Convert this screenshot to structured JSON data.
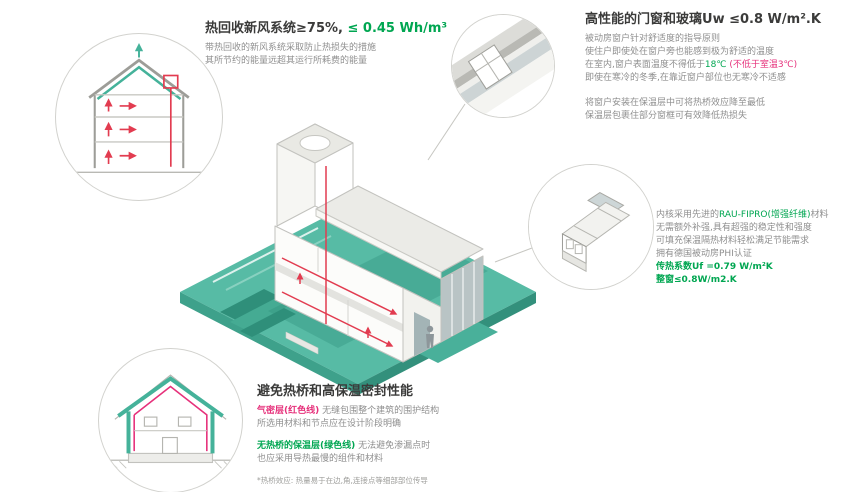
{
  "colors": {
    "accent_teal": "#45b29a",
    "platform_teal": "#57bba5",
    "green_text": "#00a651",
    "pink_text": "#e6317b",
    "duct_red": "#e23c50",
    "body_gray": "#8f8f8f",
    "heading_dark": "#3b3b3a"
  },
  "ventilation": {
    "title_main": "热回收新风系统≥75%,",
    "title_value": "≤ 0.45 Wh/m³",
    "body_line1": "带热回收的新风系统采取防止热损失的措施",
    "body_line2": "其所节约的能量远超其运行所耗费的能量"
  },
  "windows": {
    "title_main": "高性能的门窗和玻璃",
    "title_value": "Uw ≤0.8 W/m².K",
    "p1_line1": "被动房窗户针对舒适度的指导原则",
    "p1_line2": "使住户即使处在窗户旁也能感到极为舒适的温度",
    "p1_line3_pre": "在室内,窗户表面温度不得低于",
    "p1_line3_temp": "18℃",
    "p1_line3_note": "(不低于室温3℃)",
    "p1_line4": "即使在寒冷的冬季,在靠近窗户部位也无寒冷不适感",
    "p2_line1": "将窗户安装在保温层中可将热桥效应降至最低",
    "p2_line2": "保温层包裹住部分窗框可有效降低热损失"
  },
  "frame": {
    "line1_pre": "内核采用先进的",
    "line1_brand": "RAU-FIPRO(增强纤维)",
    "line1_post": "材料",
    "line2": "无需额外补强,具有超强的稳定性和强度",
    "line3": "可填充保温隔热材料轻松满足节能需求",
    "line4": "拥有德国被动房PHI认证",
    "uf_value": "传热系数Uf =0.79 W/m²K",
    "uw_value": "整窗≤0.8W/m2.K"
  },
  "thermal": {
    "title": "避免热桥和高保温密封性能",
    "p1_lead": "气密层(红色线)",
    "p1_rest": "无缝包围整个建筑的围护结构",
    "p1_line2": "所选用材料和节点应在设计阶段明确",
    "p2_lead": "无热桥的保温层(绿色线)",
    "p2_rest": "无法避免渗漏点时",
    "p2_line2": "也应采用导热最慢的组件和材料",
    "footnote": "*热桥效应: 热量易于在边,角,连接点等细部部位传导"
  }
}
